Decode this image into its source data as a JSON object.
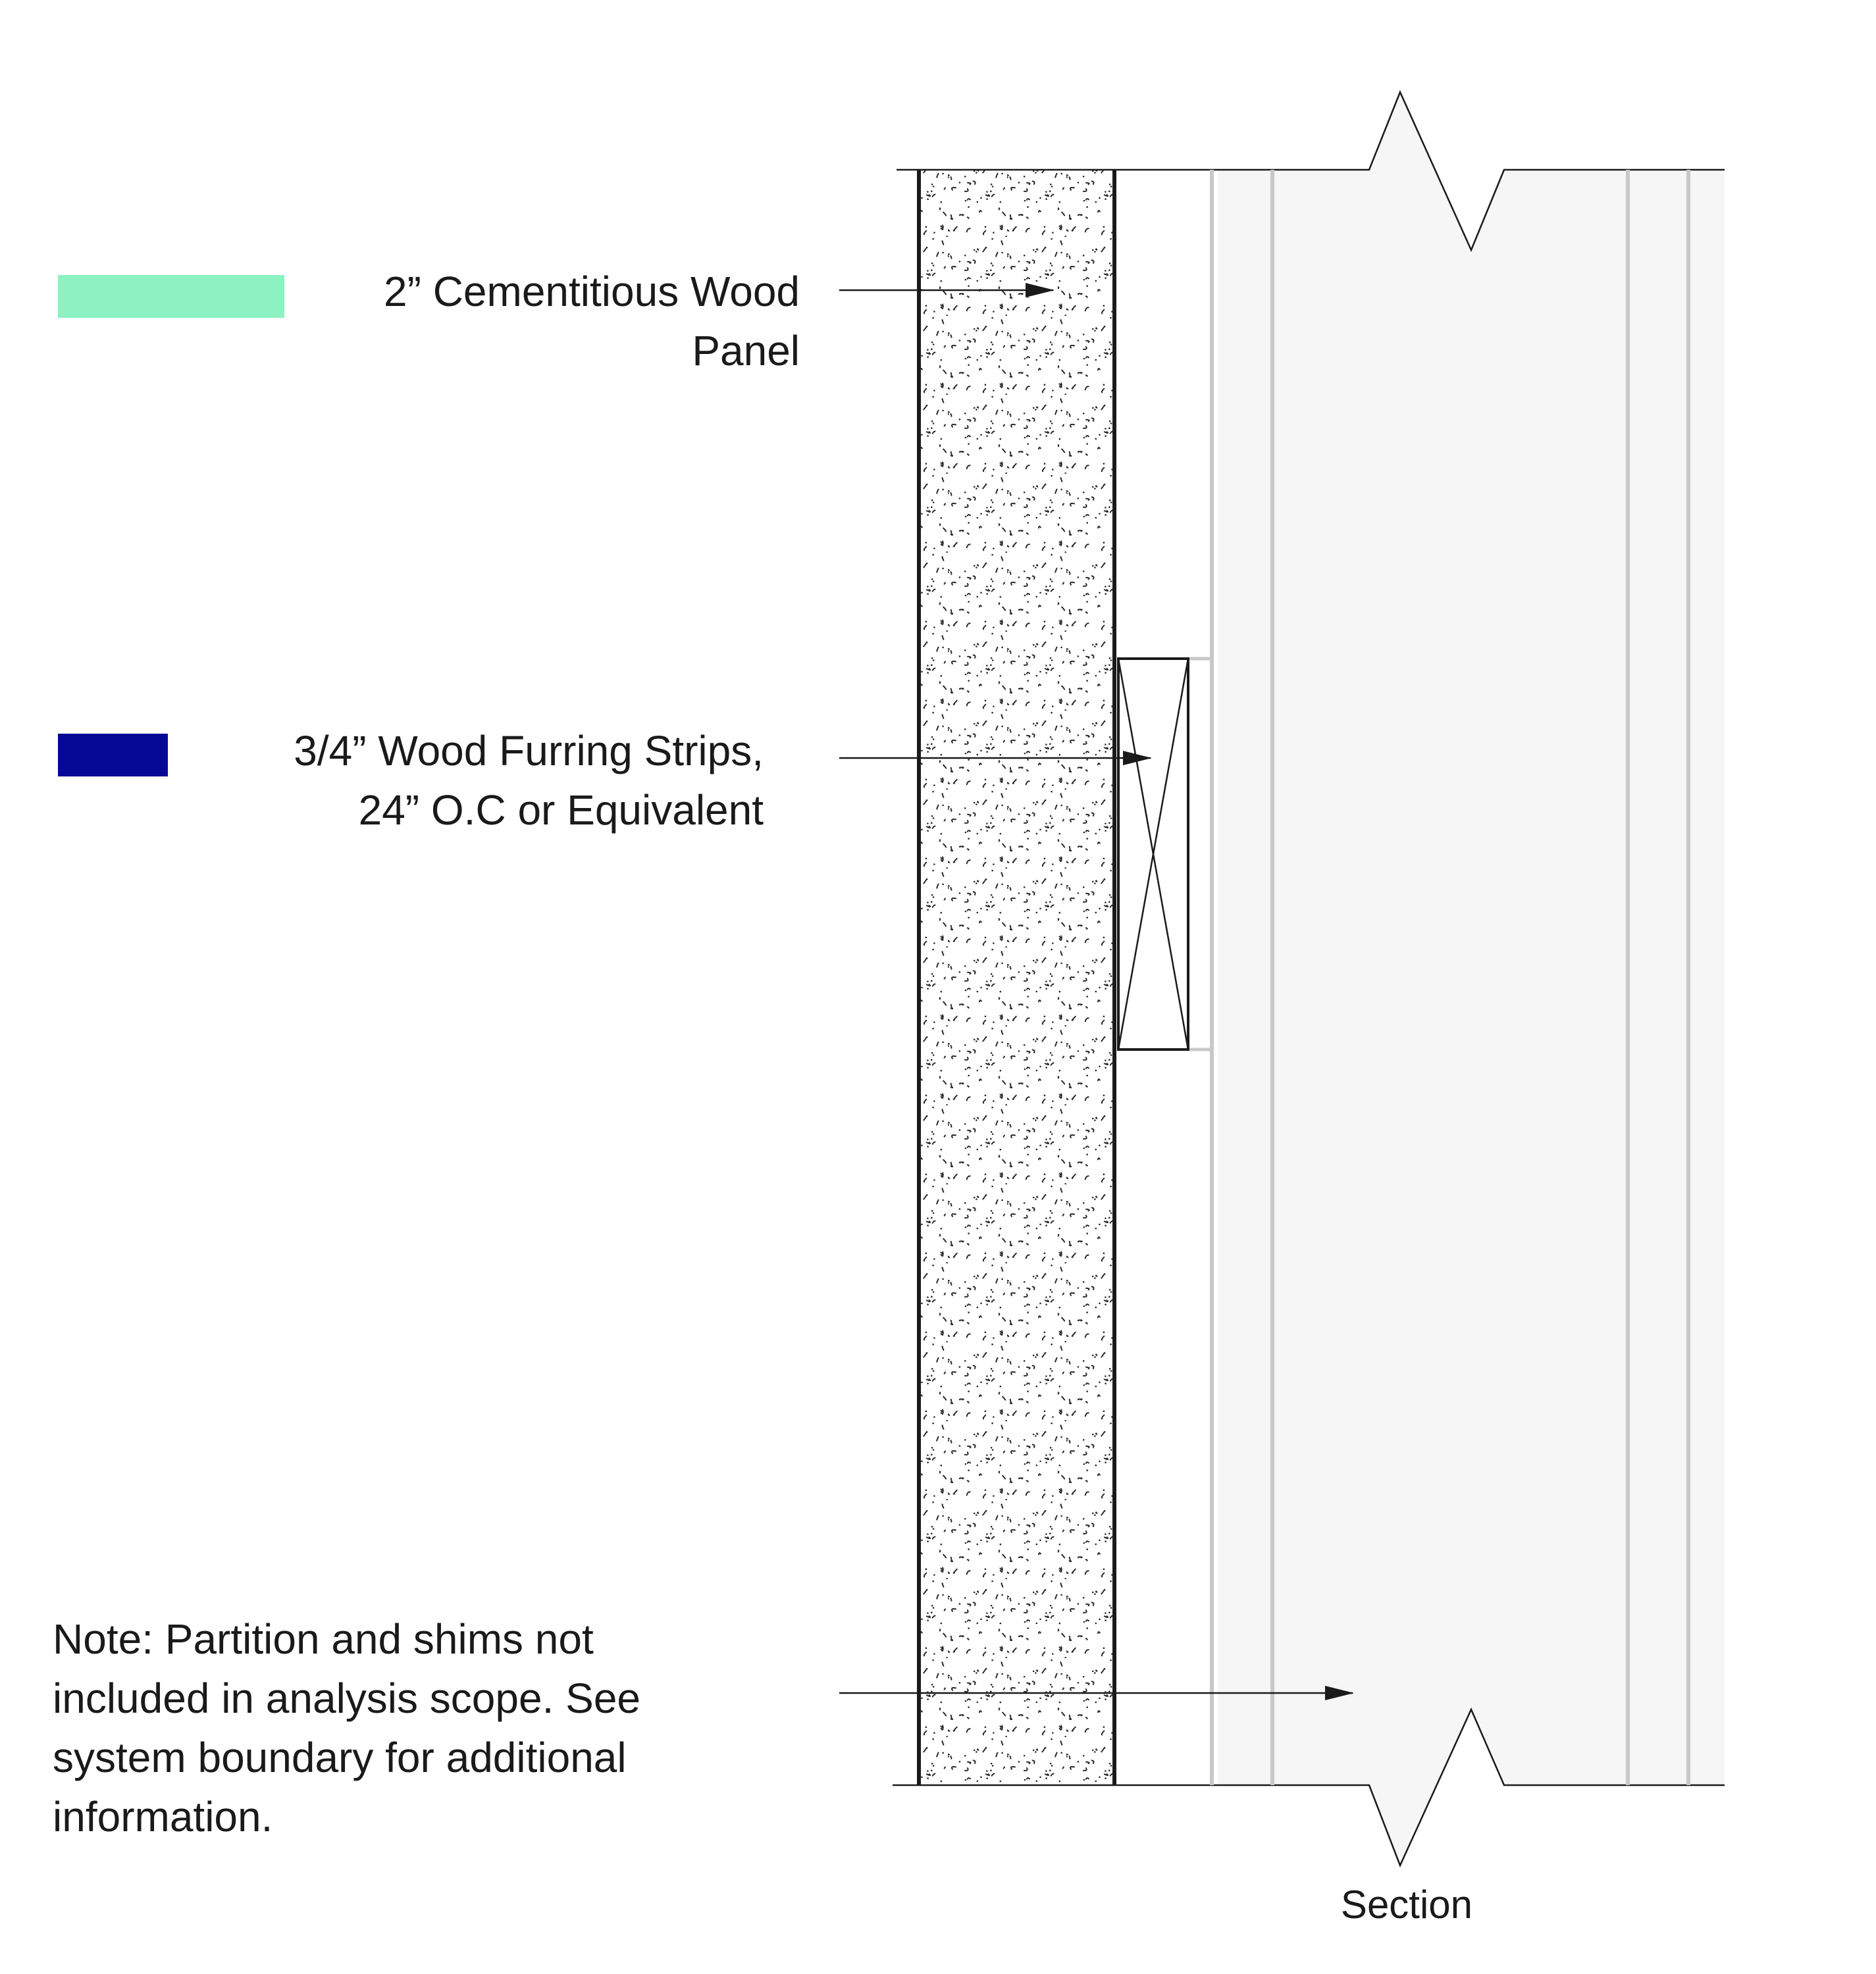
{
  "legend": {
    "items": [
      {
        "id": "panel",
        "color": "#8CF2C2",
        "lines": [
          "2” Cementitious Wood",
          "Panel"
        ]
      },
      {
        "id": "furring",
        "color": "#050994",
        "lines": [
          "3/4” Wood Furring Strips,",
          "24” O.C or Equivalent"
        ]
      }
    ]
  },
  "note": {
    "lines": [
      "Note: Partition and shims not",
      "included in analysis scope. See",
      "system boundary for additional",
      "information."
    ]
  },
  "section_label": "Section",
  "colors": {
    "line": "#1a1a1a",
    "partition_fill": "#f6f6f6",
    "partition_stud": "#c8c8c8",
    "panel_texture": "#2a2a2a"
  }
}
